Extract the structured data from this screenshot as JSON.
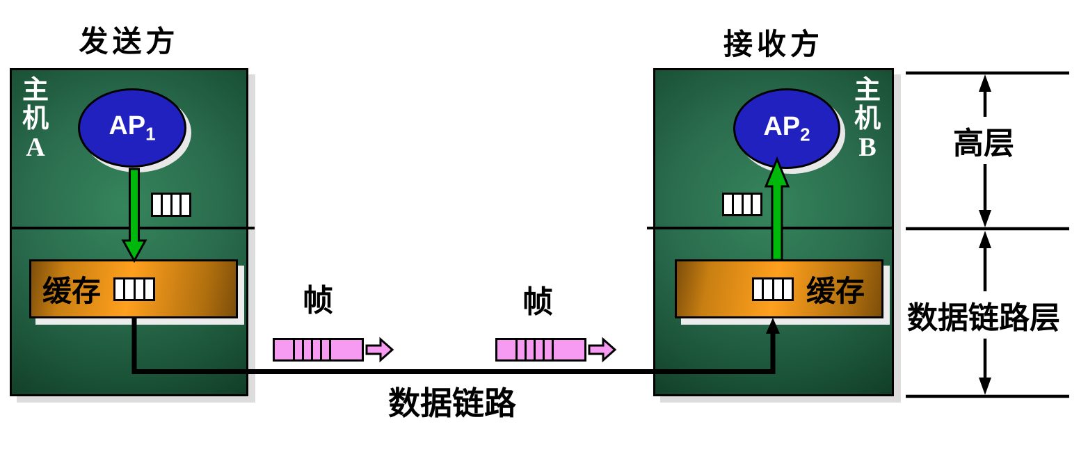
{
  "titles": {
    "sender": "发送方",
    "receiver": "接收方"
  },
  "hostA": {
    "chars": [
      "主",
      "机",
      "A"
    ],
    "ap_base": "AP",
    "ap_sub": "1",
    "buffer": "缓存"
  },
  "hostB": {
    "chars": [
      "主",
      "机",
      "B"
    ],
    "ap_base": "AP",
    "ap_sub": "2",
    "buffer": "缓存"
  },
  "link": {
    "frame1": "帧",
    "frame2": "帧",
    "label": "数据链路"
  },
  "layers": {
    "upper": "高层",
    "datalink": "数据链路层"
  },
  "icons": {
    "queue_grid": "queue-grid-icon",
    "frame_arrow": "frame-direction-arrow-icon",
    "flow_arrow": "green-flow-arrow-icon"
  },
  "colors": {
    "host_green_light": "#35855c",
    "host_green_mid": "#2a6b4d",
    "host_green_dark": "#123d28",
    "ap_blue": "#2121c0",
    "buffer_orange": "#ffa01e",
    "buffer_orange_dark": "#7d4e0a",
    "frame_pink": "#f79af2",
    "arrow_green": "#00b70b",
    "shadow_gray": "#dcdcdc",
    "line_black": "#000000"
  }
}
